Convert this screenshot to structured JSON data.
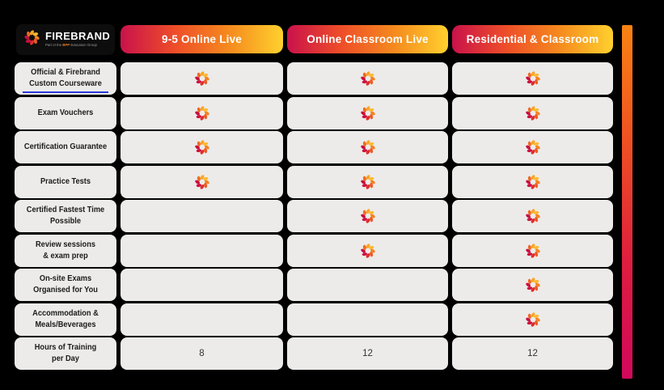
{
  "brand": {
    "name": "FIREBRAND",
    "tagline_prefix": "Part of the",
    "tagline_bold": "BPP",
    "tagline_suffix": "Education Group"
  },
  "columns": [
    {
      "label": "9-5 Online Live"
    },
    {
      "label": "Online Classroom Live"
    },
    {
      "label": "Residential & Classroom"
    }
  ],
  "rows": [
    {
      "label": "Official & Firebrand\nCustom Courseware",
      "cells": [
        "icon",
        "icon",
        "icon"
      ],
      "underline": true
    },
    {
      "label": "Exam Vouchers",
      "cells": [
        "icon",
        "icon",
        "icon"
      ]
    },
    {
      "label": "Certification Guarantee",
      "cells": [
        "icon",
        "icon",
        "icon"
      ]
    },
    {
      "label": "Practice Tests",
      "cells": [
        "icon",
        "icon",
        "icon"
      ]
    },
    {
      "label": "Certified Fastest Time\nPossible",
      "cells": [
        "",
        "icon",
        "icon"
      ]
    },
    {
      "label": "Review sessions\n& exam prep",
      "cells": [
        "",
        "icon",
        "icon"
      ]
    },
    {
      "label": "On-site Exams\nOrganised for You",
      "cells": [
        "",
        "",
        "icon"
      ]
    },
    {
      "label": "Accommodation &\nMeals/Beverages",
      "cells": [
        "",
        "",
        "icon"
      ]
    },
    {
      "label": "Hours of Training\nper Day",
      "cells": [
        "8",
        "12",
        "12"
      ]
    }
  ],
  "chart_data": {
    "type": "table",
    "columns": [
      "",
      "9-5 Online Live",
      "Online Classroom Live",
      "Residential & Classroom"
    ],
    "rows": [
      [
        "Official & Firebrand Custom Courseware",
        true,
        true,
        true
      ],
      [
        "Exam Vouchers",
        true,
        true,
        true
      ],
      [
        "Certification Guarantee",
        true,
        true,
        true
      ],
      [
        "Practice Tests",
        true,
        true,
        true
      ],
      [
        "Certified Fastest Time Possible",
        false,
        true,
        true
      ],
      [
        "Review sessions & exam prep",
        false,
        true,
        true
      ],
      [
        "On-site Exams Organised for You",
        false,
        false,
        true
      ],
      [
        "Accommodation & Meals/Beverages",
        false,
        false,
        true
      ],
      [
        "Hours of Training per Day",
        "8",
        "12",
        "12"
      ]
    ],
    "check_marker": "firebrand-swirl-icon",
    "legend_position": "none",
    "grid": false
  },
  "colors": {
    "background": "#000000",
    "cell_bg": "#ecebe9",
    "label_text": "#1b1b1b",
    "header_text": "#ffffff",
    "pill_gradient": [
      "#c9124a",
      "#ee4d29",
      "#f58a1e",
      "#ffd12e"
    ],
    "bar_gradient": [
      "#f98312",
      "#ef5022",
      "#de1e3e",
      "#d2075c"
    ],
    "underline": "#2b37d9",
    "bpp_highlight": "#e87722",
    "swirl_palette": [
      "#f9a526",
      "#fdb92e",
      "#f58220",
      "#ee5a24",
      "#e02d2b",
      "#cc1040",
      "#c80e3e",
      "#ee6a25"
    ]
  }
}
